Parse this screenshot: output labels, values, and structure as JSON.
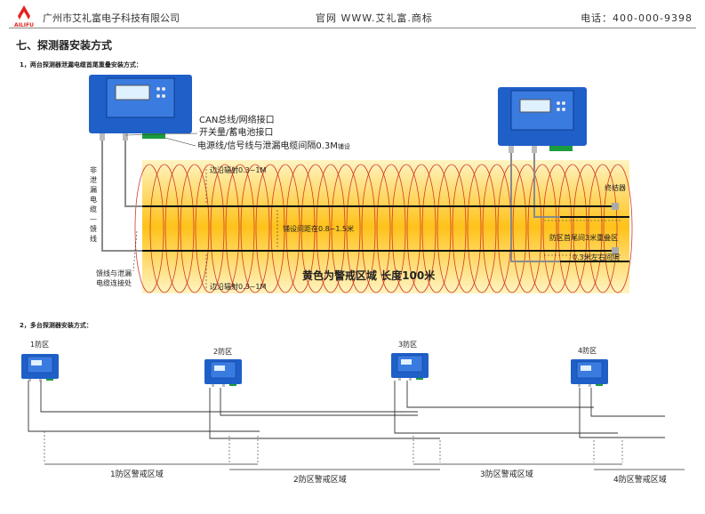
{
  "header": {
    "brand": "AILIFU",
    "company": "广州市艾礼富电子科技有限公司",
    "website": "官网 WWW.艾礼富.商标",
    "phone": "电话：400-000-9398"
  },
  "section": {
    "title": "七、探测器安装方式",
    "sub1": "1，两台探测器泄漏电缆首尾重叠安装方式：",
    "sub2": "2，多台探测器安装方式："
  },
  "diagram1": {
    "port_can": "CAN总线/网络接口",
    "port_switch": "开关量/蓄电池接口",
    "port_power": "电源线/信号线与泄漏电缆间隔0.3M",
    "port_power_suffix": "铺设",
    "nonleak": "非泄漏电缆—馈线",
    "edge_top": "边沿辐射0.3~1M",
    "edge_bottom": "边沿辐射0.3~1M",
    "spacing": "铺设间距在0.8~1.5米",
    "terminator": "终结器",
    "overlap": "防区首尾间3米重叠区",
    "gap": "0.3米左右间隔",
    "connection_l1": "馈线与泄漏",
    "connection_l2": "电缆连接处",
    "zone_text": "黄色为警戒区域 长度100米"
  },
  "diagram2": {
    "zones": [
      "1防区",
      "2防区",
      "3防区",
      "4防区"
    ],
    "areas": [
      "1防区警戒区域",
      "2防区警戒区域",
      "3防区警戒区域",
      "4防区警戒区域"
    ]
  },
  "colors": {
    "device_blue": "#1f5fc8",
    "zone_yellow": "#ffd24a",
    "ellipse_red": "#d23a2a",
    "cable_black": "#111111"
  }
}
